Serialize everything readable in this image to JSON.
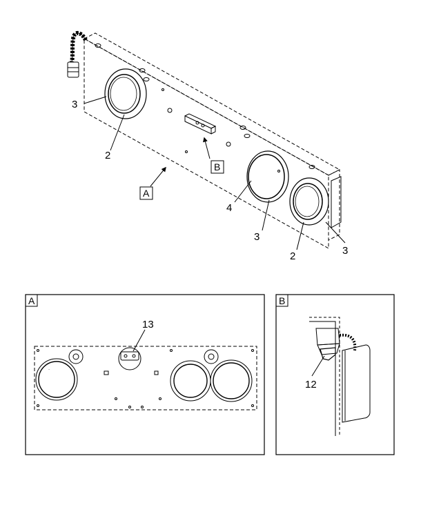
{
  "callouts": {
    "three_left": "3",
    "two_left": "2",
    "four": "4",
    "three_mid": "3",
    "two_right": "2",
    "three_right": "3",
    "thirteen": "13",
    "twelve": "12"
  },
  "views": {
    "a_label": "A",
    "b_label": "B"
  },
  "colors": {
    "line": "#000000",
    "background": "#ffffff"
  }
}
